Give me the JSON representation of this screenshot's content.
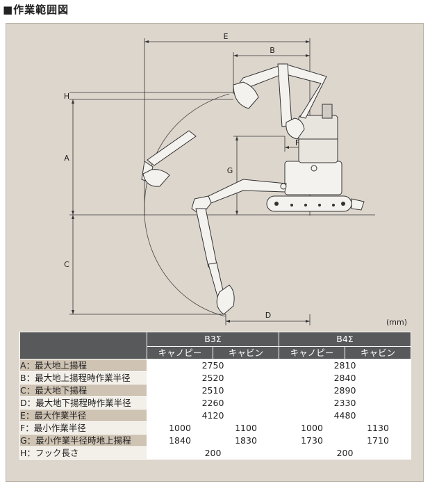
{
  "title": "■作業範囲図",
  "unit": "(mm)",
  "dimension_labels": {
    "E": "E",
    "B": "B",
    "H": "H",
    "A": "A",
    "G": "G",
    "F": "F",
    "C": "C",
    "D": "D"
  },
  "colors": {
    "panel": "#ddd6cd",
    "header": "#58595b",
    "row_label": "#cfc3b3",
    "row_light": "#f3efe9"
  },
  "table": {
    "models": [
      "B3Σ",
      "B4Σ"
    ],
    "subheaders": [
      "キャノピー",
      "キャビン",
      "キャノピー",
      "キャビン"
    ],
    "rows": [
      {
        "label": "A：最大地上揚程",
        "values": [
          "2750",
          "2810"
        ]
      },
      {
        "label": "B：最大地上揚程時作業半径",
        "values": [
          "2520",
          "2840"
        ]
      },
      {
        "label": "C：最大地下揚程",
        "values": [
          "2510",
          "2890"
        ]
      },
      {
        "label": "D：最大地下揚程時作業半径",
        "values": [
          "2260",
          "2330"
        ]
      },
      {
        "label": "E：最大作業半径",
        "values": [
          "4120",
          "4480"
        ]
      },
      {
        "label": "F：最小作業半径",
        "values": [
          "1000",
          "1100",
          "1000",
          "1130"
        ]
      },
      {
        "label": "G：最小作業半径時地上揚程",
        "values": [
          "1840",
          "1830",
          "1730",
          "1710"
        ]
      },
      {
        "label": "H：フック長さ",
        "values": [
          "200",
          "200"
        ]
      }
    ]
  }
}
